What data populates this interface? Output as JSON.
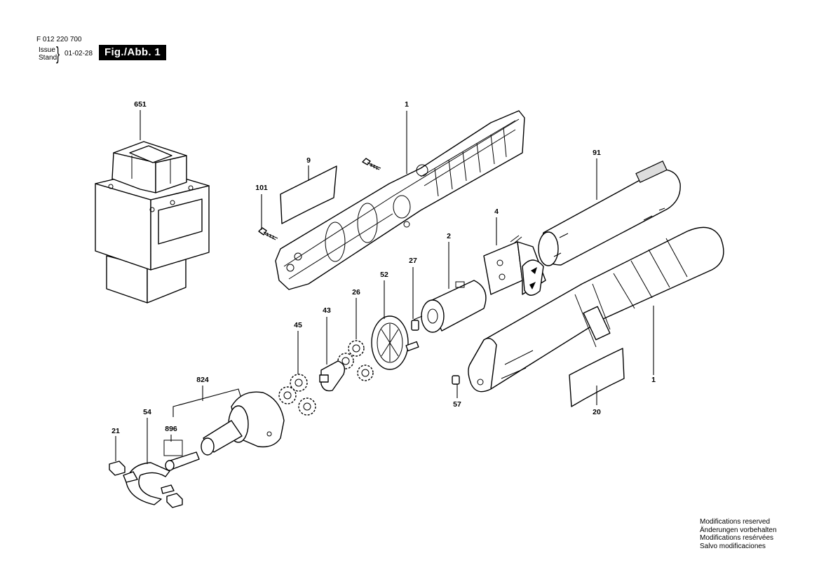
{
  "header": {
    "doc_number": "F 012 220 700",
    "issue_label": "Issue",
    "stand_label": "Stand",
    "issue_date": "01-02-28",
    "figure_badge": "Fig./Abb. 1"
  },
  "footer_notes": [
    "Modifications reserved",
    "Änderungen vorbehalten",
    "Modifications resérvées",
    "Salvo modificaciones"
  ],
  "part_labels": {
    "charger": "651",
    "housing_top": "1",
    "housing_bottom": "1",
    "label_plate": "9",
    "screw": "101",
    "battery": "91",
    "switch": "4",
    "motor": "2",
    "pinion": "27",
    "gear_carrier": "52",
    "gear_26": "26",
    "gear_43": "43",
    "gear_45": "45",
    "rating_plate": "20",
    "pin": "57",
    "angle_head": "824",
    "shaft": "896",
    "clip": "54",
    "pad": "21"
  }
}
